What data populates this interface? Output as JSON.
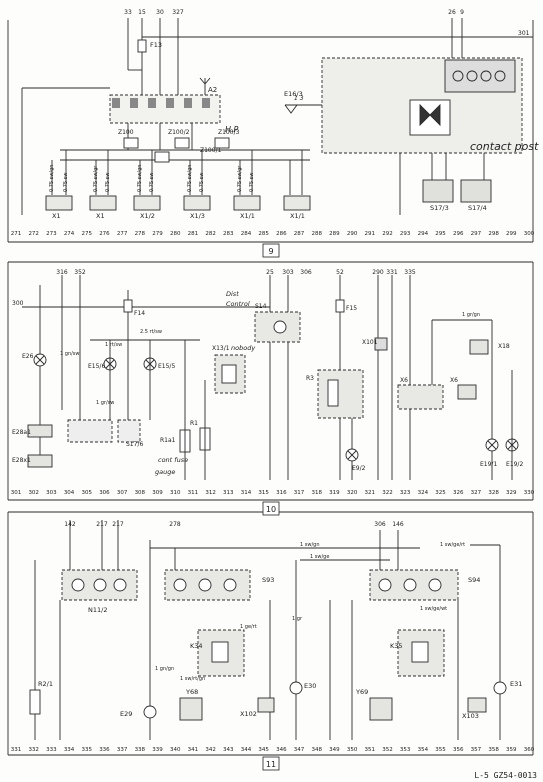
{
  "sections": [
    {
      "number": "9",
      "col_start": 271,
      "col_end": 300,
      "top_wire_nums": [
        "33",
        "15",
        "30",
        "327"
      ],
      "right_wire_num": "301",
      "top_right_wire_nums": [
        "26",
        "9"
      ],
      "relay_label": "A2",
      "connectors": [
        "Z100",
        "Z100/2",
        "Z100/1",
        "Z100/3"
      ],
      "component_labels": [
        "F13",
        "E16/3",
        "X1",
        "X1",
        "X1/2",
        "X1/3",
        "X1/1",
        "X1/1",
        "S17/3",
        "S17/4"
      ],
      "wire_labels": [
        "0.75 sw/gn",
        "0.75 sw",
        "0.75 sw/gr",
        "0.75 sw",
        "0.75 sw/gn",
        "0.75 sw",
        "0.75 sw/gn",
        "0.75 sw",
        "0.75 sw/gr",
        "0.75 sw"
      ],
      "handwritten": [
        "contact post",
        "H.P",
        "1 3"
      ]
    },
    {
      "number": "10",
      "col_start": 301,
      "col_end": 330,
      "top_wire_nums": [
        "316",
        "352",
        "25",
        "303",
        "306",
        "52",
        "290",
        "331",
        "335"
      ],
      "left_wire_num": "300",
      "component_labels": [
        "F14",
        "E26",
        "E15/6",
        "E15/5",
        "S17/6",
        "E28a1",
        "E28x1",
        "R1a1",
        "R1",
        "X13/1",
        "S14",
        "R3",
        "F15",
        "X101",
        "E9/2",
        "X6",
        "X6",
        "X18",
        "E19/1",
        "E19/2"
      ],
      "wire_labels": [
        "2.5 rt/sw",
        "1 rt/sw",
        "1 gn/sw",
        "1 gr/sw",
        "1 gr/gn"
      ],
      "handwritten": [
        "Dist",
        "Control",
        "nobody",
        "cont fuse",
        "gauge"
      ]
    },
    {
      "number": "11",
      "col_start": 331,
      "col_end": 360,
      "top_wire_nums": [
        "142",
        "217",
        "217",
        "278",
        "306",
        "146"
      ],
      "component_labels": [
        "N11/2",
        "S93",
        "S94",
        "K34",
        "K35",
        "R2/1",
        "E29",
        "Y68",
        "X102",
        "E30",
        "Y69",
        "X103",
        "E31"
      ],
      "wire_labels": [
        "1 sw/gn",
        "1 sw/ge",
        "1 sw/ge/rt",
        "1 sw/ge/wt",
        "1 sw/rt/gn",
        "1 gn/gn",
        "1 ge/rt",
        "1 gr"
      ]
    }
  ],
  "document_code": "L-5 GZ54-0013"
}
